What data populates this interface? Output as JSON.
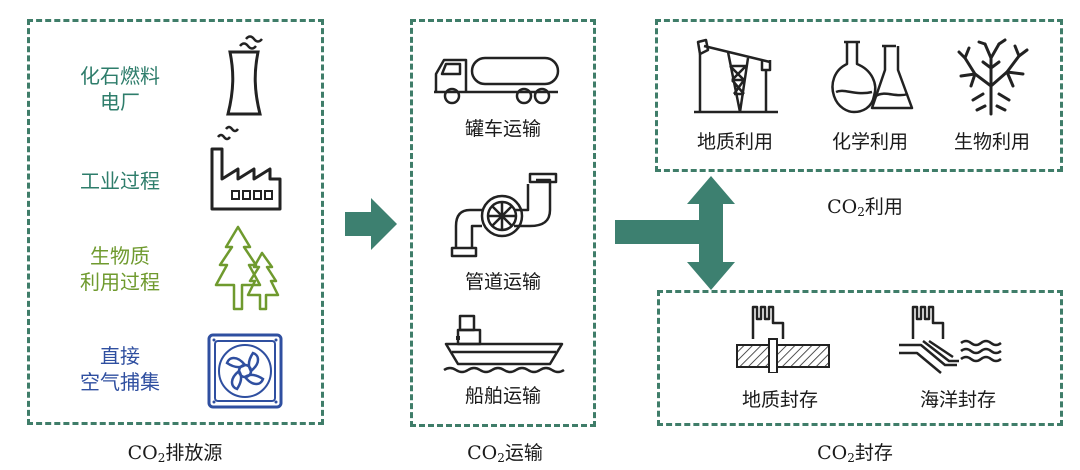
{
  "sources": {
    "items": [
      {
        "line1": "化石燃料",
        "line2": "电厂",
        "color": "#2e7d6b",
        "icon": "cooling-tower-icon"
      },
      {
        "line1": "工业过程",
        "line2": "",
        "color": "#2e7d6b",
        "icon": "factory-icon"
      },
      {
        "line1": "生物质",
        "line2": "利用过程",
        "color": "#6f9a2e",
        "icon": "tree-icon"
      },
      {
        "line1": "直接",
        "line2": "空气捕集",
        "color": "#2f4fa0",
        "icon": "fan-icon"
      }
    ],
    "caption_prefix": "CO",
    "caption_sub": "2",
    "caption_suffix": "排放源"
  },
  "transport": {
    "items": [
      {
        "label": "罐车运输",
        "icon": "tank-truck-icon"
      },
      {
        "label": "管道运输",
        "icon": "pipeline-icon"
      },
      {
        "label": "船舶运输",
        "icon": "ship-icon"
      }
    ],
    "caption_prefix": "CO",
    "caption_sub": "2",
    "caption_suffix": "运输"
  },
  "utilization": {
    "items": [
      {
        "label": "地质利用",
        "icon": "pumpjack-icon"
      },
      {
        "label": "化学利用",
        "icon": "flask-icon"
      },
      {
        "label": "生物利用",
        "icon": "coral-icon"
      }
    ],
    "caption_prefix": "CO",
    "caption_sub": "2",
    "caption_suffix": "利用"
  },
  "storage": {
    "items": [
      {
        "label": "地质封存",
        "icon": "geological-storage-icon"
      },
      {
        "label": "海洋封存",
        "icon": "ocean-storage-icon"
      }
    ],
    "caption_prefix": "CO",
    "caption_sub": "2",
    "caption_suffix": "封存"
  },
  "colors": {
    "dash_border": "#3f7d69",
    "arrow": "#3d8070",
    "icon_stroke": "#222222",
    "fan_blue": "#2f4fa0",
    "tree_green": "#6f9a2e"
  }
}
